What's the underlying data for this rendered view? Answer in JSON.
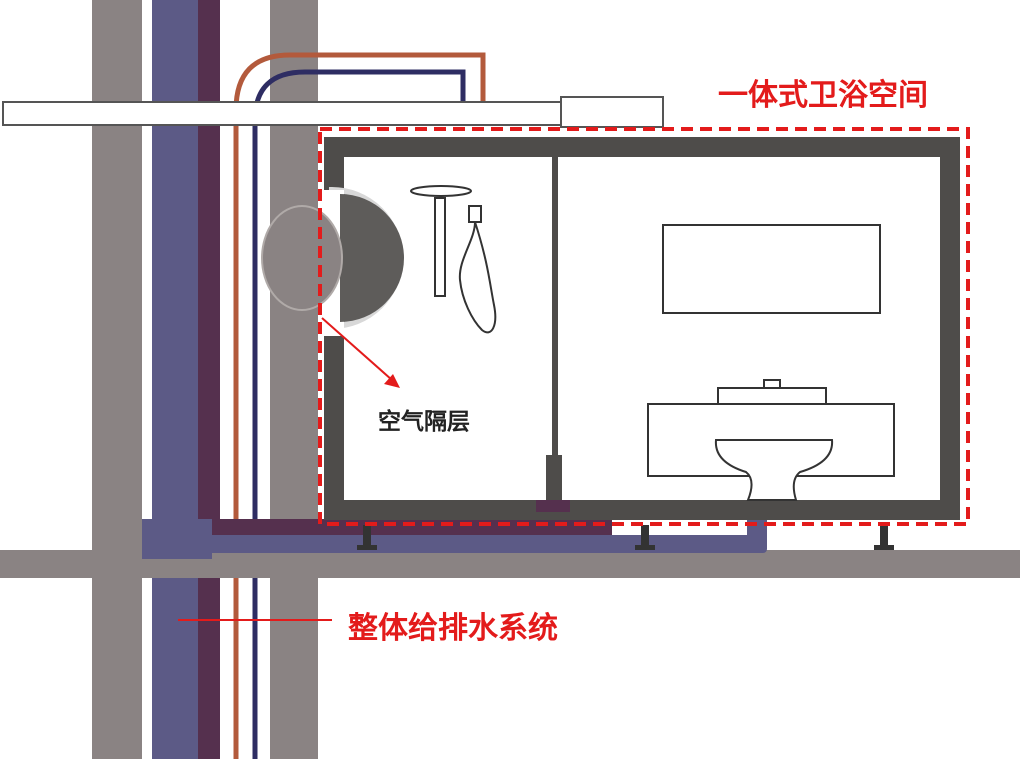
{
  "diagram": {
    "labels": {
      "integrated_bathroom": "一体式卫浴空间",
      "air_layer": "空气隔层",
      "water_system": "整体给排水系统"
    },
    "colors": {
      "structure_gray": "#8a8383",
      "drain_purple": "#5c5a86",
      "pipe_purple": "#55304e",
      "hot_water_red": "#b35a3c",
      "cold_water_navy": "#2e2d63",
      "wall_dark": "#4e4c4a",
      "label_red": "#e31b1b",
      "label_dark": "#222222"
    }
  }
}
